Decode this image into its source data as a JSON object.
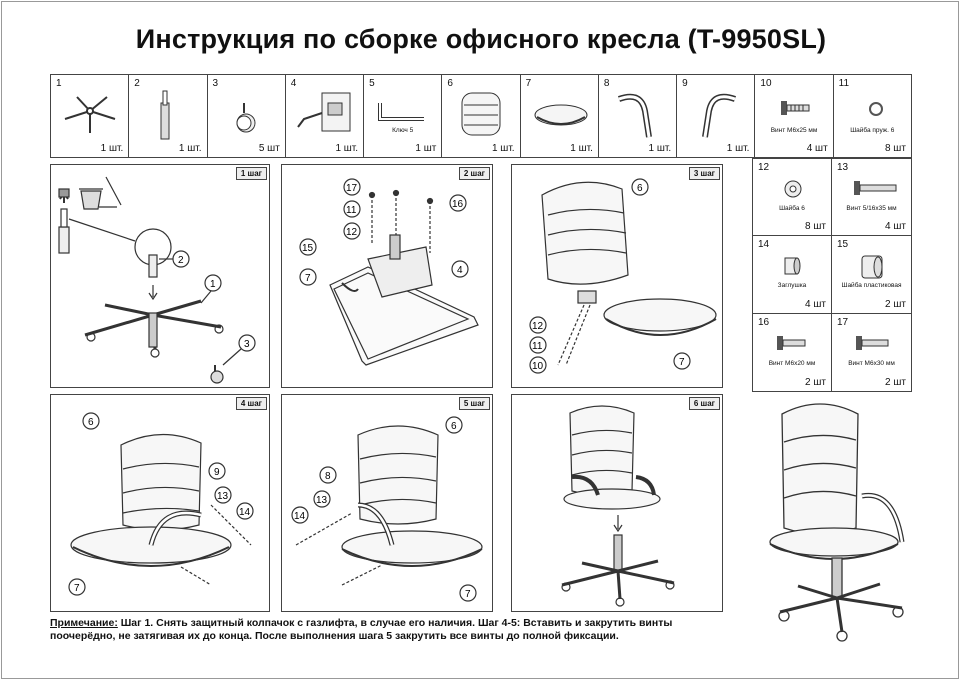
{
  "title": "Инструкция по сборке офисного кресла (T-9950SL)",
  "parts": [
    {
      "num": "1",
      "qty": "1 шт.",
      "icon": "star-base-icon"
    },
    {
      "num": "2",
      "qty": "1 шт.",
      "icon": "gas-lift-icon"
    },
    {
      "num": "3",
      "qty": "5 шт",
      "icon": "caster-icon"
    },
    {
      "num": "4",
      "qty": "1 шт.",
      "icon": "mechanism-icon"
    },
    {
      "num": "5",
      "qty": "1 шт",
      "label": "Ключ 5",
      "icon": "hex-key-icon"
    },
    {
      "num": "6",
      "qty": "1 шт.",
      "icon": "backrest-icon"
    },
    {
      "num": "7",
      "qty": "1 шт.",
      "icon": "seat-icon"
    },
    {
      "num": "8",
      "qty": "1 шт.",
      "icon": "armrest-left-icon"
    },
    {
      "num": "9",
      "qty": "1 шт.",
      "icon": "armrest-right-icon"
    },
    {
      "num": "10",
      "qty": "4 шт",
      "label": "Винт М6х25 мм",
      "icon": "screw-icon"
    },
    {
      "num": "11",
      "qty": "8 шт",
      "label": "Шайба пруж. 6",
      "icon": "spring-washer-icon"
    }
  ],
  "extra_parts": [
    {
      "num": "12",
      "qty": "8 шт",
      "label": "Шайба 6",
      "icon": "washer-icon"
    },
    {
      "num": "13",
      "qty": "4 шт",
      "label": "Винт 5/16х35 мм",
      "icon": "long-screw-icon"
    },
    {
      "num": "14",
      "qty": "4 шт",
      "label": "Заглушка",
      "icon": "cap-icon"
    },
    {
      "num": "15",
      "qty": "2 шт",
      "label": "Шайба пластиковая",
      "icon": "plastic-washer-icon"
    },
    {
      "num": "16",
      "qty": "2 шт",
      "label": "Винт М6х20 мм",
      "icon": "screw-m6x20-icon"
    },
    {
      "num": "17",
      "qty": "2 шт",
      "label": "Винт М6х30 мм",
      "icon": "screw-m6x30-icon"
    }
  ],
  "steps": [
    {
      "tag": "1 шаг",
      "callouts": [
        "2",
        "1",
        "3"
      ]
    },
    {
      "tag": "2 шаг",
      "callouts": [
        "17",
        "11",
        "12",
        "16",
        "15",
        "7",
        "4"
      ]
    },
    {
      "tag": "3 шаг",
      "callouts": [
        "6",
        "12",
        "11",
        "10",
        "7"
      ]
    },
    {
      "tag": "4 шаг",
      "callouts": [
        "6",
        "9",
        "13",
        "14",
        "7"
      ]
    },
    {
      "tag": "5 шаг",
      "callouts": [
        "6",
        "8",
        "13",
        "14",
        "7"
      ]
    },
    {
      "tag": "6 шаг",
      "callouts": []
    }
  ],
  "note": {
    "head": "Примечание:",
    "line1": " Шаг 1. Снять защитный колпачок с газлифта, в случае его наличия. Шаг 4-5: Вставить и закрутить винты",
    "line2": "поочерёдно, не затягивая их до конца. После выполнения шага 5 закрутить все винты до полной фиксации."
  }
}
